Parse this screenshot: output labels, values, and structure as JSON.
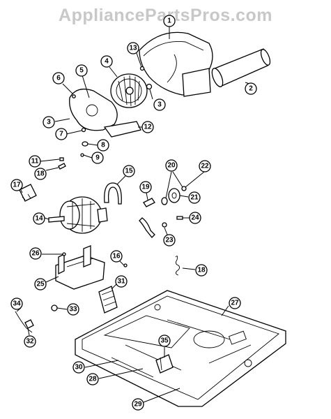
{
  "watermark": "AppliancePartsPros.com",
  "callouts": [
    {
      "label": "1"
    },
    {
      "label": "2"
    },
    {
      "label": "3"
    },
    {
      "label": "3"
    },
    {
      "label": "4"
    },
    {
      "label": "5"
    },
    {
      "label": "6"
    },
    {
      "label": "7"
    },
    {
      "label": "8"
    },
    {
      "label": "9"
    },
    {
      "label": "11"
    },
    {
      "label": "12"
    },
    {
      "label": "13"
    },
    {
      "label": "14"
    },
    {
      "label": "15"
    },
    {
      "label": "16"
    },
    {
      "label": "17"
    },
    {
      "label": "18"
    },
    {
      "label": "18"
    },
    {
      "label": "19"
    },
    {
      "label": "20"
    },
    {
      "label": "21"
    },
    {
      "label": "22"
    },
    {
      "label": "23"
    },
    {
      "label": "24"
    },
    {
      "label": "25"
    },
    {
      "label": "26"
    },
    {
      "label": "27"
    },
    {
      "label": "28"
    },
    {
      "label": "29"
    },
    {
      "label": "30"
    },
    {
      "label": "31"
    },
    {
      "label": "32"
    },
    {
      "label": "33"
    },
    {
      "label": "34"
    },
    {
      "label": "35"
    }
  ]
}
